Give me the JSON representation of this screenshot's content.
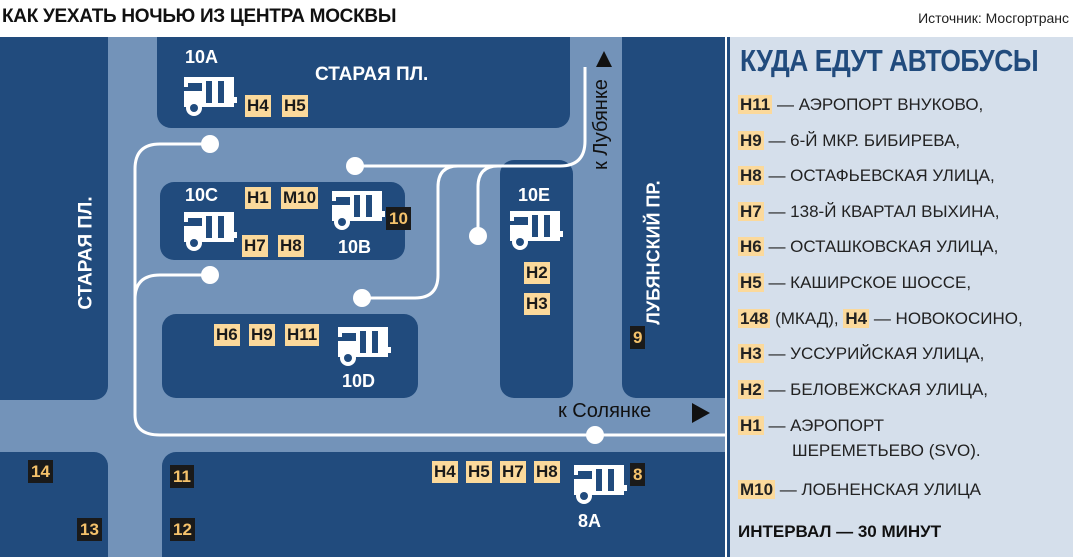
{
  "header": {
    "title": "КАК УЕХАТЬ НОЧЬЮ ИЗ ЦЕНТРА МОСКВЫ",
    "source": "Источник: Мосгортранс"
  },
  "map": {
    "streets": {
      "staraya_top": "СТАРАЯ ПЛ.",
      "staraya_left": "СТАРАЯ ПЛ.",
      "lubyansky": "ЛУБЯНСКИЙ ПР."
    },
    "directions": {
      "lubyanka": "к Лубянке",
      "solyanka": "к Солянке"
    },
    "stops": {
      "10A": {
        "label": "10А",
        "routes": [
          "Н4",
          "Н5"
        ]
      },
      "10C": {
        "label": "10С",
        "routes_top": [
          "Н1",
          "М10"
        ],
        "routes_bottom": [
          "Н7",
          "Н8"
        ]
      },
      "10B": {
        "label": "10В",
        "routes": [
          "10"
        ]
      },
      "10E": {
        "label": "10Е",
        "routes": [
          "Н2",
          "Н3"
        ]
      },
      "10D": {
        "label": "10D",
        "routes": [
          "Н6",
          "Н9",
          "Н11"
        ]
      },
      "8A": {
        "label": "8А",
        "routes": [
          "Н4",
          "Н5",
          "Н7",
          "Н8"
        ]
      }
    },
    "building_numbers": {
      "n8": "8",
      "n9": "9",
      "n11": "11",
      "n12": "12",
      "n13": "13",
      "n14": "14"
    }
  },
  "legend": {
    "title": "КУДА ЕДУТ АВТОБУСЫ",
    "items": [
      {
        "route": "Н11",
        "dest": " — АЭРОПОРТ ВНУКОВО,"
      },
      {
        "route": "Н9",
        "dest": " — 6-Й МКР. БИБИРЕВА,"
      },
      {
        "route": "Н8",
        "dest": " — ОСТАФЬЕВСКАЯ УЛИЦА,"
      },
      {
        "route": "Н7",
        "dest": " — 138-Й КВАРТАЛ ВЫХИНА,"
      },
      {
        "route": "Н6",
        "dest": " — ОСТАШКОВСКАЯ УЛИЦА,"
      },
      {
        "route": "Н5",
        "dest": " — КАШИРСКОЕ ШОССЕ,"
      },
      {
        "route": "148",
        "mid": " (МКАД), ",
        "route2": "Н4",
        "dest": " — НОВОКОСИНО,"
      },
      {
        "route": "Н3",
        "dest": " — УССУРИЙСКАЯ УЛИЦА,"
      },
      {
        "route": "Н2",
        "dest": " — БЕЛОВЕЖСКАЯ УЛИЦА,"
      },
      {
        "route": "Н1",
        "dest": " — АЭРОПОРТ",
        "dest2": "ШЕРЕМЕТЬЕВО (SVO)."
      },
      {
        "route": "М10",
        "dest": " — ЛОБНЕНСКАЯ УЛИЦА"
      }
    ],
    "interval": "ИНТЕРВАЛ — 30 МИНУТ"
  }
}
